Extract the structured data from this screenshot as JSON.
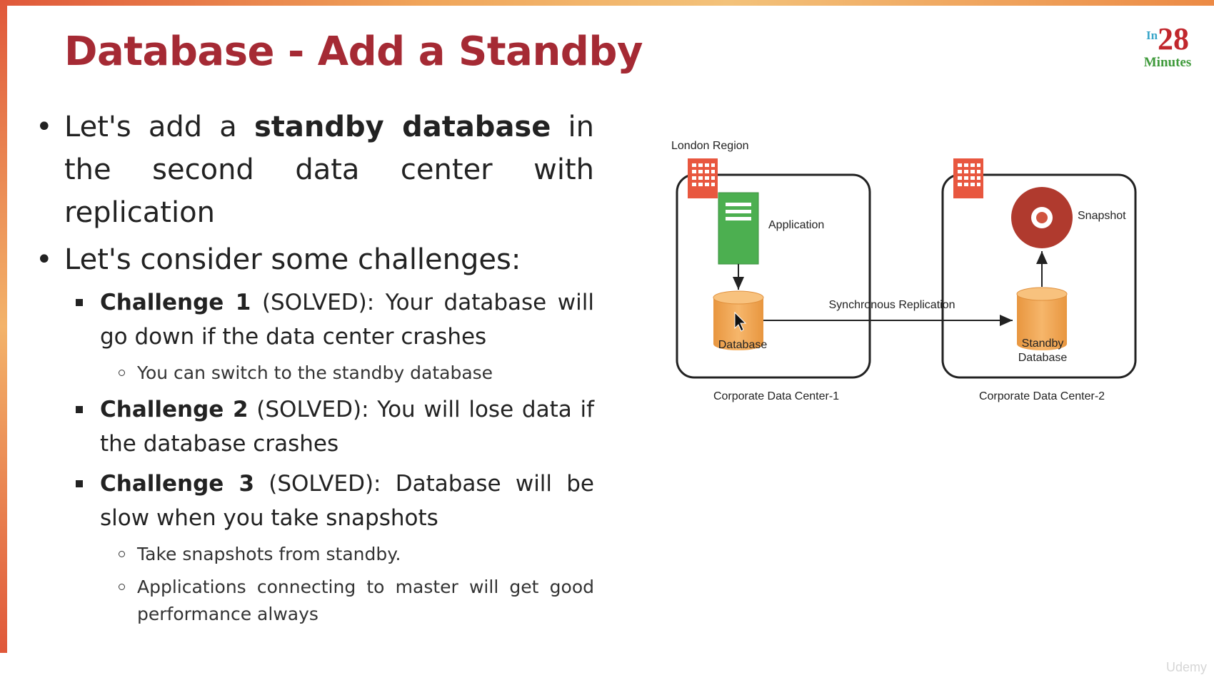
{
  "slide": {
    "title": "Database - Add a Standby",
    "logo": {
      "prefix": "In",
      "number": "28",
      "suffix": "Minutes"
    },
    "watermark": "Udemy"
  },
  "bullets": {
    "b1": {
      "pre": "Let's add a ",
      "bold": "standby database",
      "post": " in the second data center with replication"
    },
    "b2": "Let's consider some challenges:",
    "c1": {
      "bold": "Challenge 1",
      "text": " (SOLVED): Your database will go down if the data center crashes"
    },
    "c1_sub": "You can switch to the standby database",
    "c2": {
      "bold": "Challenge 2",
      "text": " (SOLVED): You will lose data if the database crashes"
    },
    "c3": {
      "bold": "Challenge 3",
      "text": " (SOLVED): Database will be slow when you take snapshots"
    },
    "c3_sub1": "Take snapshots from standby.",
    "c3_sub2": "Applications connecting to master will get good performance always"
  },
  "diagram": {
    "region_label": "London Region",
    "dc1": {
      "label": "Corporate Data Center-1",
      "app_label": "Application",
      "db_label": "Database"
    },
    "dc2": {
      "label": "Corporate Data Center-2",
      "snapshot_label": "Snapshot",
      "db_label_line1": "Standby",
      "db_label_line2": "Database"
    },
    "replication_label": "Synchronous Replication",
    "colors": {
      "building": "#e8573f",
      "server": "#4caf50",
      "database": "#f0a85a",
      "snapshot": "#b03a2e"
    }
  }
}
